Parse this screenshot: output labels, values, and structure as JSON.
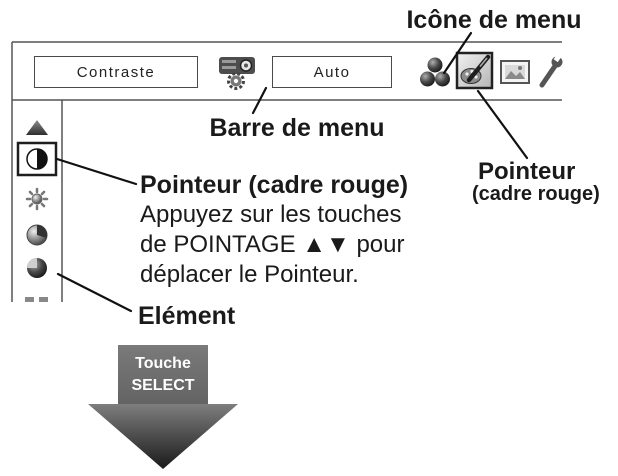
{
  "callouts": {
    "menu_icon": "Icône de menu",
    "menu_bar": "Barre de menu",
    "pointer_right": "Pointeur",
    "pointer_right_note": "(cadre rouge)",
    "pointer_left": "Pointeur (cadre rouge)",
    "pointer_left_desc": [
      "Appuyez sur les touches",
      "de POINTAGE ▲▼ pour",
      "déplacer le Pointeur."
    ],
    "element": "Elément"
  },
  "menu_bar": {
    "item_name": "Contraste",
    "item_value": "Auto",
    "icons": [
      "projector-gear-icon",
      "three-circles-icon",
      "palette-icon",
      "picture-frame-icon",
      "wrench-icon"
    ],
    "selected_icon": "palette-icon"
  },
  "menu_items": {
    "icons": [
      "triangle-icon",
      "half-circle-icon",
      "sun-icon",
      "pie-icon",
      "sphere-icon",
      "partial-icon"
    ],
    "selected_icon": "half-circle-icon"
  },
  "select_arrow": {
    "line1": "Touche",
    "line2": "SELECT"
  },
  "colors": {
    "text": "#1a1a1a",
    "leader_line": "#111111",
    "pointer_frame": "#222222",
    "arrow_top": "#7e7e7e",
    "arrow_tip": "#1a1a1a"
  }
}
